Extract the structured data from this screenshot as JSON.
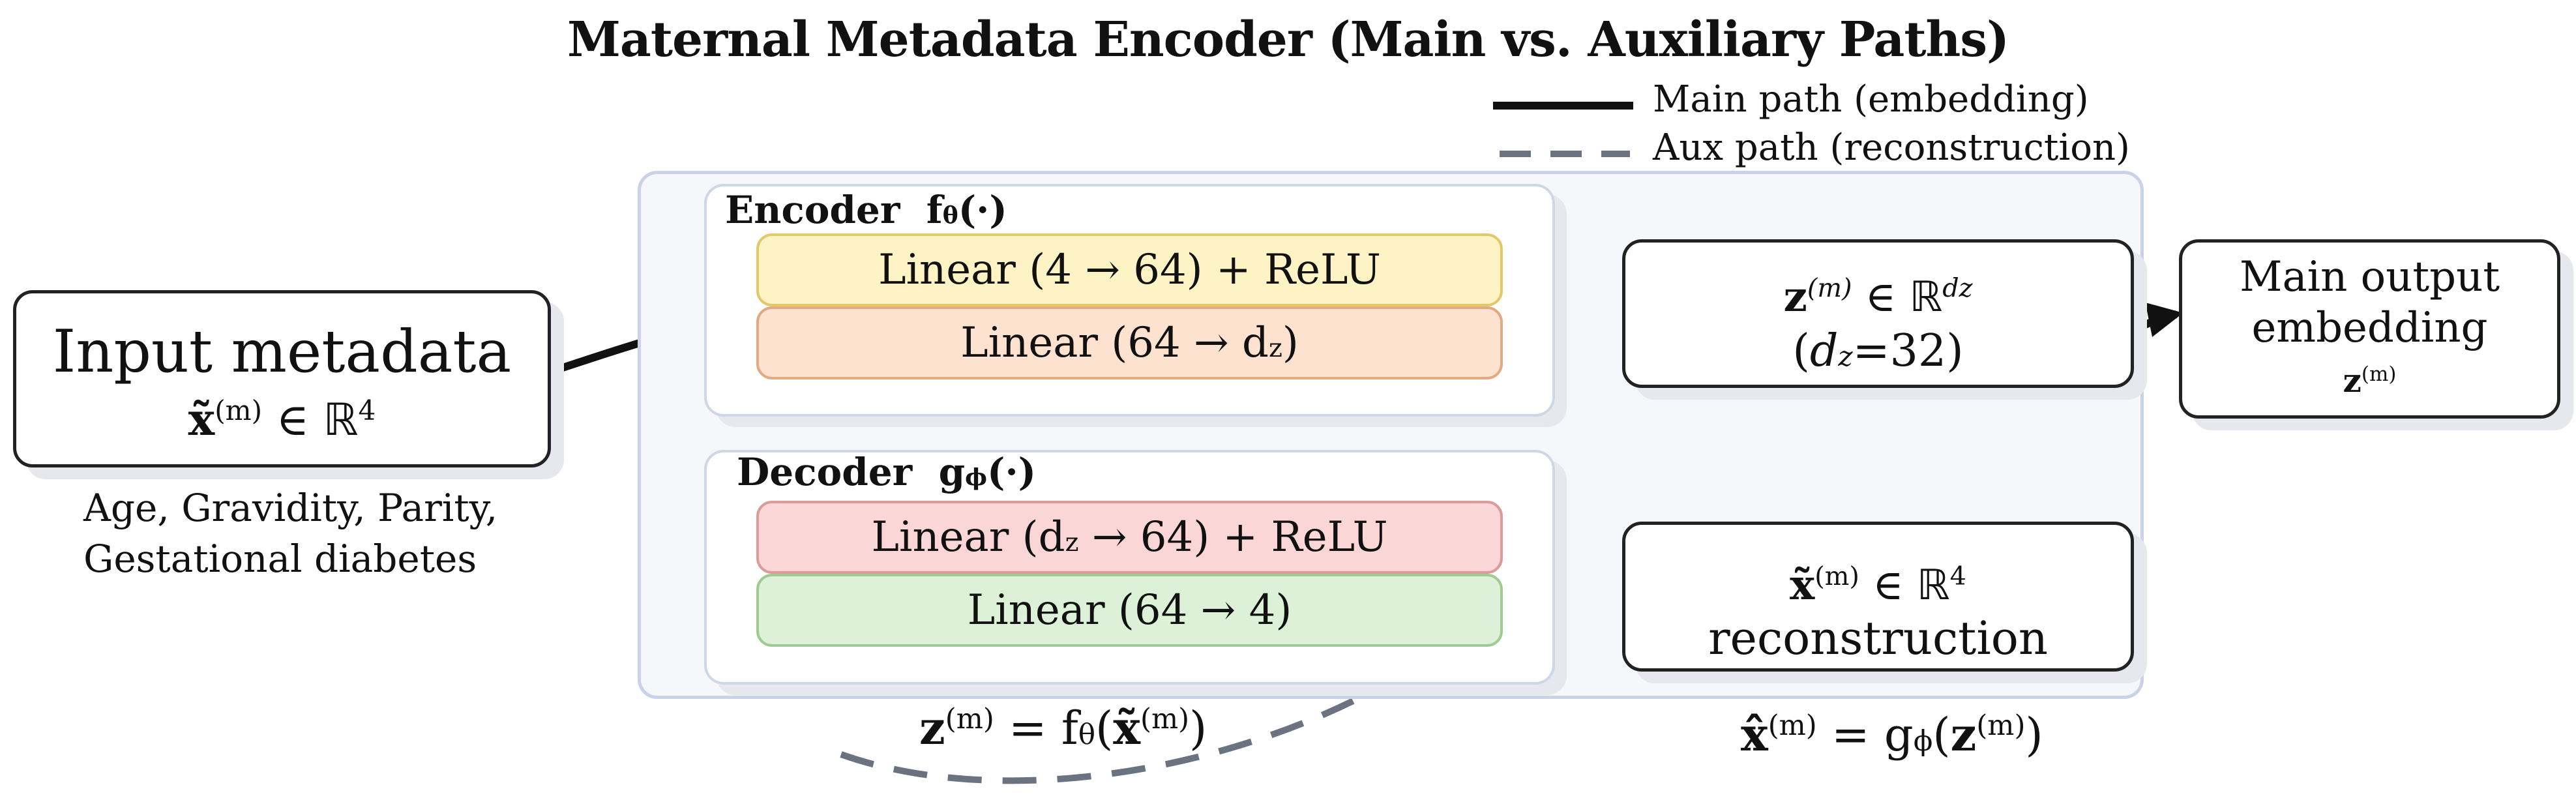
{
  "title": "Maternal Metadata Encoder (Main vs. Auxiliary Paths)",
  "legend": {
    "main_label": "Main path (embedding)",
    "aux_label": "Aux path (reconstruction)"
  },
  "input": {
    "title": "Input metadata",
    "features_line1": "Age, Gravidity, Parity,",
    "features_line2": "Gestational diabetes"
  },
  "encoder": {
    "label": "Encoder",
    "layer1": "Linear (4 → 64) + ReLU",
    "layer2_prefix": "Linear (64 → d",
    "layer2_sub": "z",
    "layer2_suffix": ")"
  },
  "decoder": {
    "label": "Decoder",
    "layer1_prefix": "Linear (d",
    "layer1_sub": "z",
    "layer1_suffix": " → 64) + ReLU",
    "layer2": "Linear (64 → 4)"
  },
  "latent": {
    "dim_value": "=32)"
  },
  "main_output": {
    "line1": "Main output",
    "line2": "embedding"
  },
  "reconstruction": {
    "label": "reconstruction"
  },
  "colors": {
    "main_path": "#111111",
    "aux_path": "#6b7280",
    "enc_layer1_fill": "#fdf3c4",
    "enc_layer1_border": "#e3c86a",
    "enc_layer2_fill": "#fde2d0",
    "enc_layer2_border": "#e3a982",
    "dec_layer1_fill": "#fbd6d6",
    "dec_layer1_border": "#dc9a9a",
    "dec_layer2_fill": "#dcf1d7",
    "dec_layer2_border": "#9fcb92",
    "panel_fill": "#f5f7fb",
    "panel_border": "#c9d2e6"
  }
}
